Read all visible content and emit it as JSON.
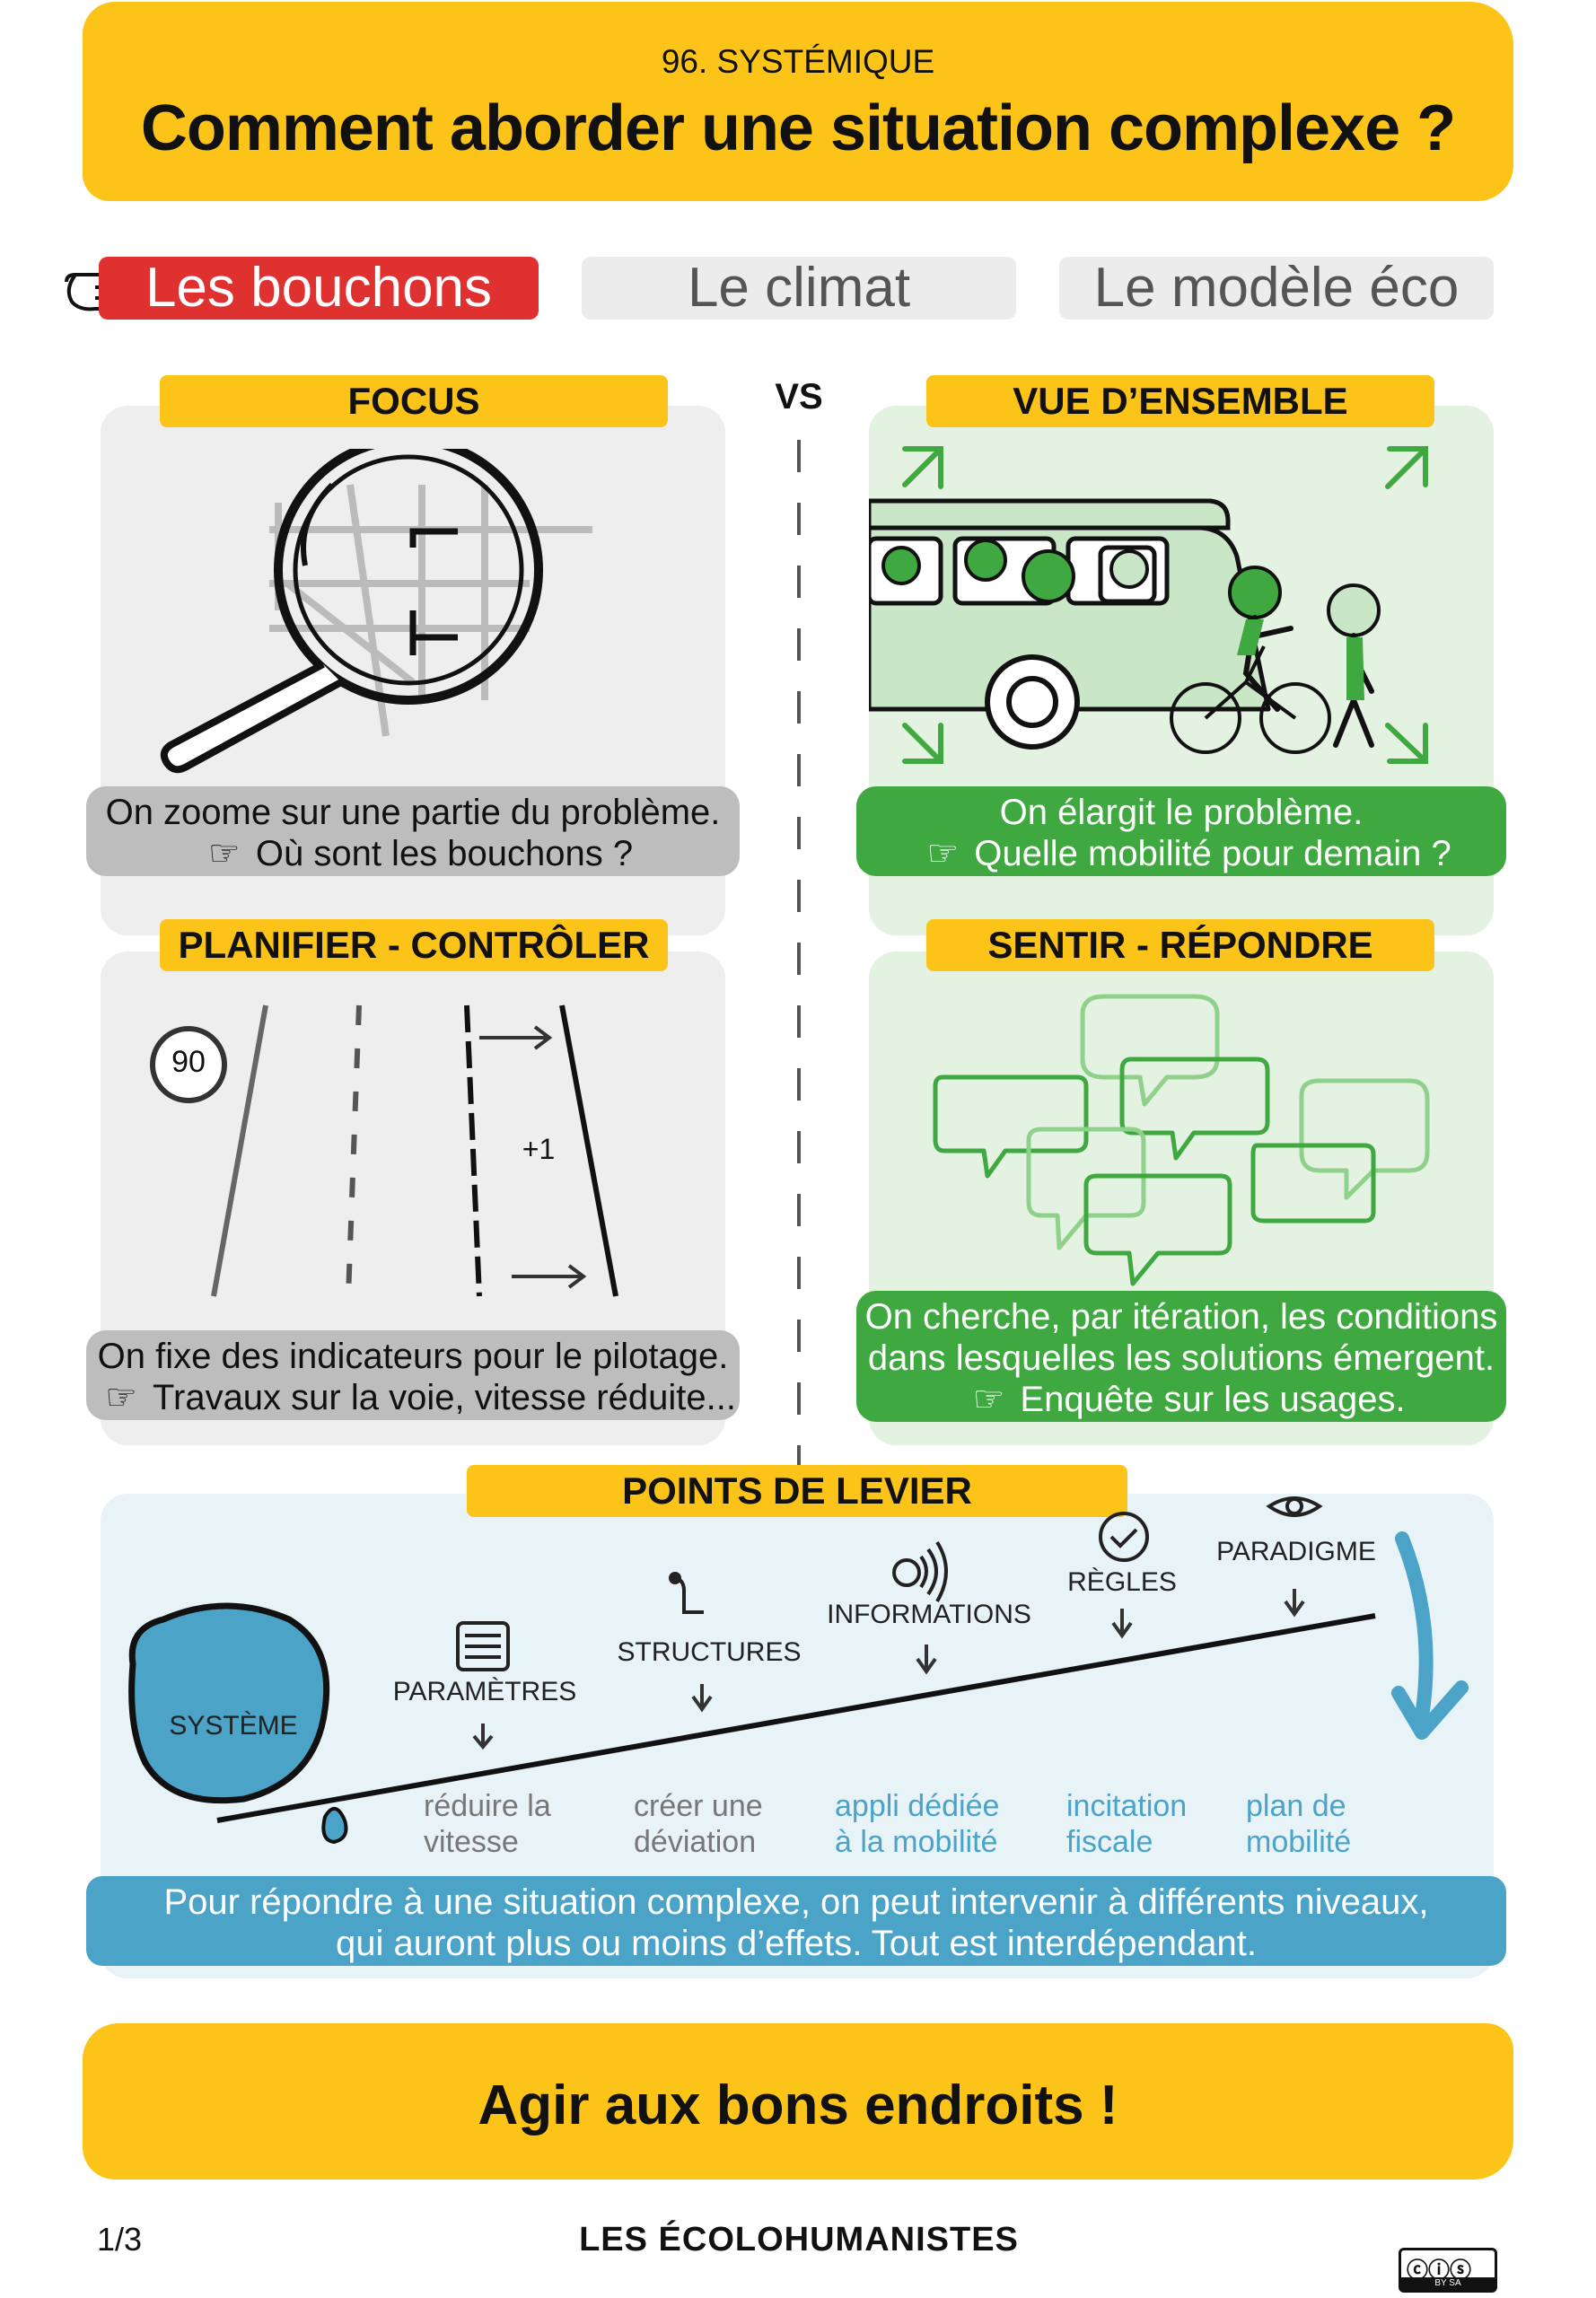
{
  "header": {
    "subtitle": "96. SYSTÉMIQUE",
    "title": "Comment aborder une situation complexe ?"
  },
  "tabs": [
    {
      "label": "Les bouchons",
      "active": true
    },
    {
      "label": "Le climat",
      "active": false
    },
    {
      "label": "Le modèle éco",
      "active": false
    }
  ],
  "vs": "VS",
  "focus": {
    "label": "FOCUS",
    "line1": "On zoome sur une partie du problème.",
    "line2": "Où sont les bouchons ?"
  },
  "overview": {
    "label": "VUE D’ENSEMBLE",
    "line1": "On élargit le problème.",
    "line2": "Quelle mobilité pour demain ?"
  },
  "plan": {
    "label": "PLANIFIER - CONTRÔLER",
    "speed_sign": "90",
    "lane_mark": "+1",
    "line1": "On fixe des indicateurs pour le pilotage.",
    "line2": "Travaux sur la voie, vitesse réduite..."
  },
  "sense": {
    "label": "SENTIR - RÉPONDRE",
    "line1": "On cherche, par itération, les conditions",
    "line2": "dans lesquelles les solutions émergent.",
    "line3": "Enquête sur les usages."
  },
  "levers": {
    "label": "POINTS DE LEVIER",
    "system": "SYSTÈME",
    "items": [
      {
        "name": "PARAMÈTRES",
        "example_1": "réduire la",
        "example_2": "vitesse"
      },
      {
        "name": "STRUCTURES",
        "example_1": "créer une",
        "example_2": "déviation"
      },
      {
        "name": "INFORMATIONS",
        "example_1": "appli dédiée",
        "example_2": "à la mobilité"
      },
      {
        "name": "RÈGLES",
        "example_1": "incitation",
        "example_2": "fiscale"
      },
      {
        "name": "PARADIGME",
        "example_1": "plan de",
        "example_2": "mobilité"
      }
    ],
    "summary_1": "Pour répondre à une situation complexe, on peut intervenir à différents niveaux,",
    "summary_2": "qui auront plus ou moins d’effets. Tout est interdépendant."
  },
  "footer": {
    "title": "Agir aux bons endroits !",
    "page": "1/3",
    "brand": "LES ÉCOLOHUMANISTES",
    "license": "BY SA"
  },
  "colors": {
    "yellow": "#fcc419",
    "red": "#e03131",
    "green": "#40a840",
    "blue": "#4ba3c7",
    "grey": "#bdbdbd"
  }
}
